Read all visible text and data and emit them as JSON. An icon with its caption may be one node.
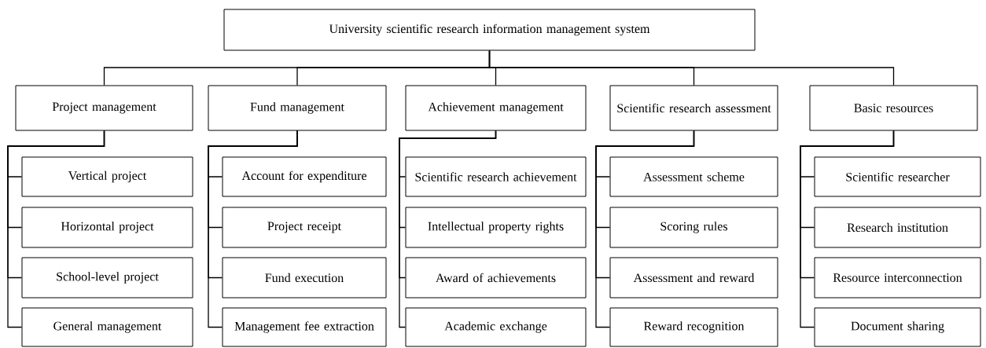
{
  "diagram": {
    "nodes": [
      {
        "text": [
          "University scientific research information management system"
        ]
      },
      {
        "text": [
          "Project management"
        ]
      },
      {
        "text": [
          "Fund management"
        ]
      },
      {
        "text": [
          "Achievement management"
        ]
      },
      {
        "text": [
          "Scientific research assessment"
        ]
      },
      {
        "text": [
          "Basic resources"
        ]
      },
      {
        "text": [
          "Vertical project"
        ]
      },
      {
        "text": [
          "Horizontal project"
        ]
      },
      {
        "text": [
          "School-level project"
        ]
      },
      {
        "text": [
          "General management"
        ]
      },
      {
        "text": [
          "Account for expenditure"
        ]
      },
      {
        "text": [
          "Project receipt"
        ]
      },
      {
        "text": [
          "Fund execution"
        ]
      },
      {
        "text": [
          "Management fee extraction"
        ]
      },
      {
        "text": [
          "Scientific research achievement"
        ]
      },
      {
        "text": [
          "Intellectual property rights"
        ]
      },
      {
        "text": [
          "Award of achievements"
        ]
      },
      {
        "text": [
          "Academic exchange"
        ]
      },
      {
        "text": [
          "Assessment scheme"
        ]
      },
      {
        "text": [
          "Scoring rules"
        ]
      },
      {
        "text": [
          "Assessment and reward"
        ]
      },
      {
        "text": [
          "Reward recognition"
        ]
      },
      {
        "text": [
          "Scientific researcher"
        ]
      },
      {
        "text": [
          "Research institution"
        ]
      },
      {
        "text": [
          "Resource interconnection"
        ]
      },
      {
        "text": [
          "Document sharing"
        ]
      }
    ],
    "edges": [
      {
        "from": 0,
        "to": 1,
        "arrow": "none"
      },
      {
        "from": 0,
        "to": 2,
        "arrow": "none"
      },
      {
        "from": 0,
        "to": 3,
        "arrow": "none"
      },
      {
        "from": 0,
        "to": 4,
        "arrow": "none"
      },
      {
        "from": 0,
        "to": 5,
        "arrow": "none"
      },
      {
        "from": 1,
        "to": 6,
        "arrow": "none"
      },
      {
        "from": 1,
        "to": 7,
        "arrow": "none"
      },
      {
        "from": 1,
        "to": 8,
        "arrow": "none"
      },
      {
        "from": 1,
        "to": 9,
        "arrow": "none"
      },
      {
        "from": 2,
        "to": 10,
        "arrow": "none"
      },
      {
        "from": 2,
        "to": 11,
        "arrow": "none"
      },
      {
        "from": 2,
        "to": 12,
        "arrow": "none"
      },
      {
        "from": 2,
        "to": 13,
        "arrow": "none"
      },
      {
        "from": 3,
        "to": 14,
        "arrow": "none"
      },
      {
        "from": 3,
        "to": 15,
        "arrow": "none"
      },
      {
        "from": 3,
        "to": 16,
        "arrow": "none"
      },
      {
        "from": 3,
        "to": 17,
        "arrow": "none"
      },
      {
        "from": 4,
        "to": 18,
        "arrow": "none"
      },
      {
        "from": 4,
        "to": 19,
        "arrow": "none"
      },
      {
        "from": 4,
        "to": 20,
        "arrow": "none"
      },
      {
        "from": 4,
        "to": 21,
        "arrow": "none"
      },
      {
        "from": 5,
        "to": 22,
        "arrow": "none"
      },
      {
        "from": 5,
        "to": 23,
        "arrow": "none"
      },
      {
        "from": 5,
        "to": 24,
        "arrow": "none"
      },
      {
        "from": 5,
        "to": 25,
        "arrow": "none"
      }
    ]
  }
}
